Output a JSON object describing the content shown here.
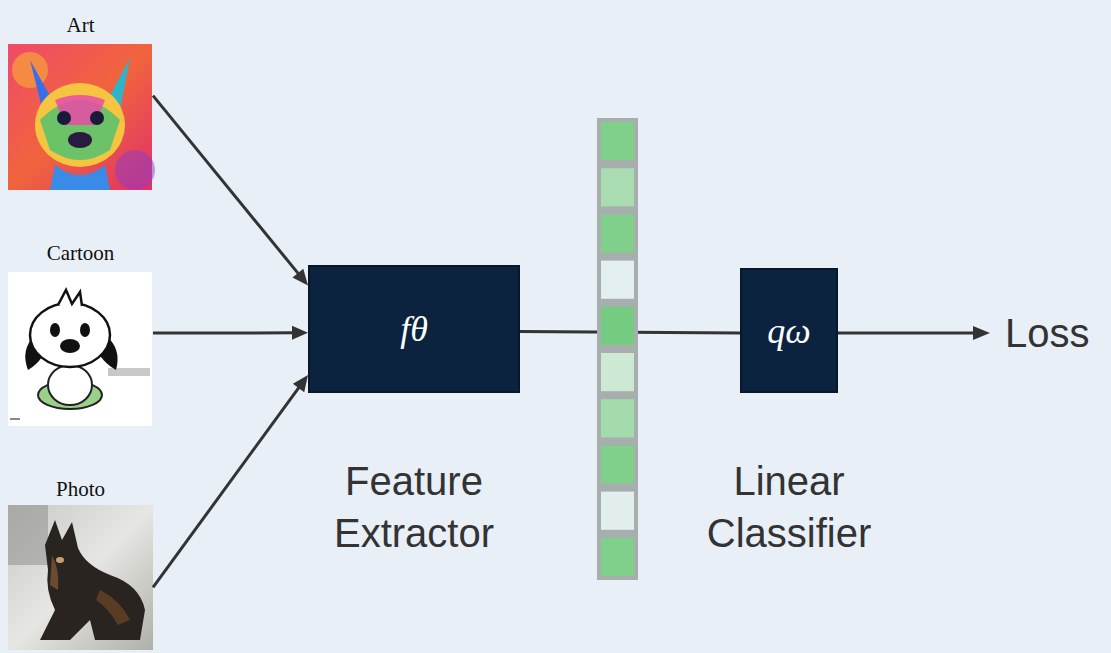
{
  "diagram": {
    "nodes": [
      {
        "text": [
          "Art"
        ]
      },
      {
        "text": [
          "Cartoon"
        ]
      },
      {
        "text": [
          "Photo"
        ]
      },
      {
        "text": [
          "fθ",
          "Feature Extractor"
        ]
      },
      {
        "text": [
          "qω",
          "Linear Classifier"
        ]
      }
    ],
    "edges": [
      {
        "from": 0,
        "to": 3,
        "arrow": "to"
      },
      {
        "from": 1,
        "to": 3,
        "arrow": "to"
      },
      {
        "from": 2,
        "to": 3,
        "arrow": "to"
      },
      {
        "from": 3,
        "to": 4,
        "arrow": "none"
      }
    ],
    "labels": [
      "Loss"
    ]
  }
}
